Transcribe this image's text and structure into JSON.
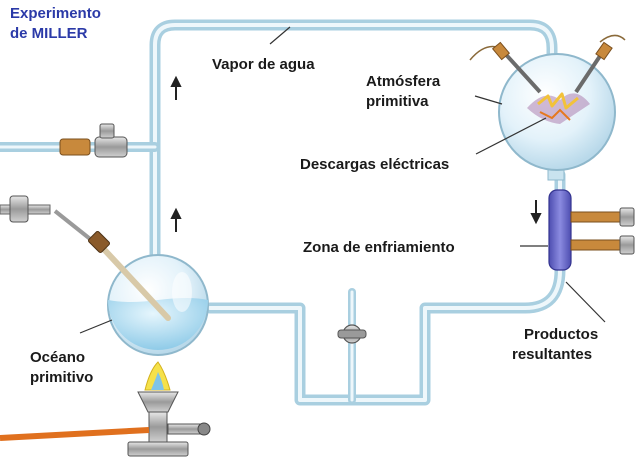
{
  "title": {
    "line1": "Experimento",
    "line2": "de MILLER"
  },
  "labels": {
    "vapor": "Vapor de agua",
    "atmosfera_1": "Atmósfera",
    "atmosfera_2": "primitiva",
    "descargas": "Descargas eléctricas",
    "enfriamiento": "Zona de enfriamiento",
    "oceano_1": "Océano",
    "oceano_2": "primitivo",
    "productos_1": "Productos",
    "productos_2": "resultantes"
  },
  "colors": {
    "title": "#2b3aa8",
    "tube": "#a9cfe0",
    "water": "#bfe3f5",
    "condenser": "#6f6fc8",
    "hose": "#e0701e",
    "flame": "#f5e14a"
  }
}
